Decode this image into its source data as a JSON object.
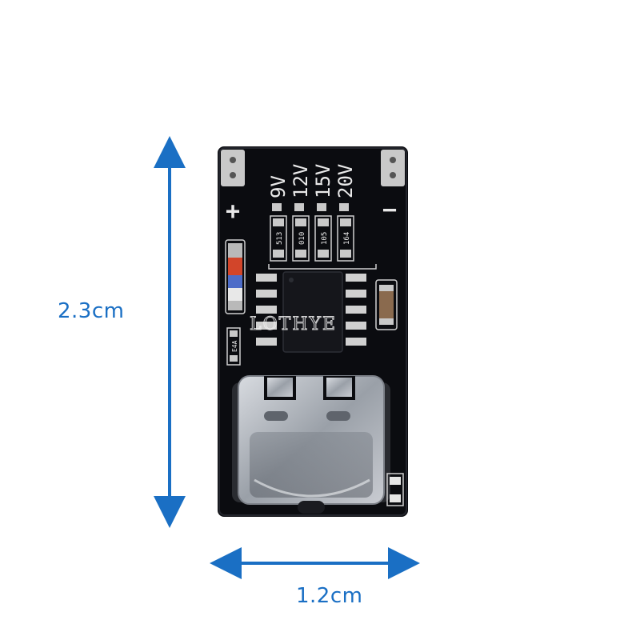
{
  "dimensions": {
    "height_label": "2.3cm",
    "width_label": "1.2cm",
    "arrow_color": "#1a6fc4"
  },
  "board": {
    "voltage_labels": [
      "9V",
      "12V",
      "15V",
      "20V"
    ],
    "plus_sign": "+",
    "minus_sign": "−",
    "watermark": "LOTHYE",
    "resistor_codes": [
      "513",
      "010",
      "105",
      "164"
    ],
    "small_code": "E4A",
    "colors": {
      "pcb": "#0b0c10",
      "pad": "#c9c9c9",
      "connector": "#b8bcc2"
    }
  }
}
